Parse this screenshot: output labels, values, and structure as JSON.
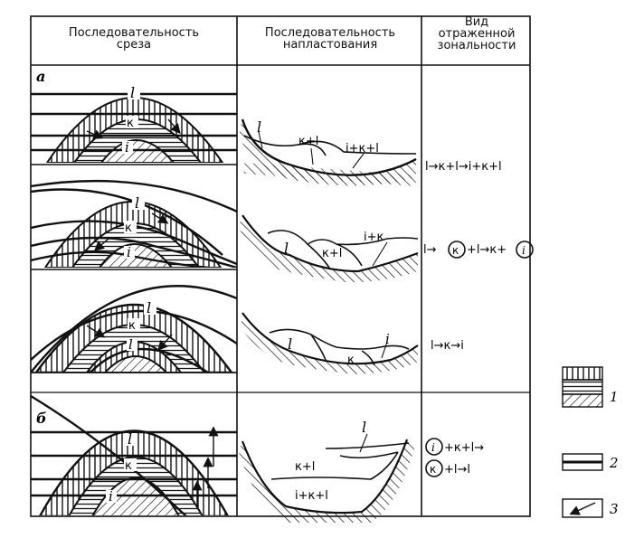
{
  "headers": {
    "col1": [
      "Последовательность",
      "среза"
    ],
    "col2": [
      "Последовательность",
      "напластования"
    ],
    "col3": [
      "Вид",
      "отраженной",
      "зональности"
    ]
  },
  "sections": {
    "a": "а",
    "b": "б"
  },
  "zones": {
    "l": "l",
    "k": "к",
    "i": "i"
  },
  "strata": {
    "row1": [
      "l",
      "к+l",
      "i+к+l"
    ],
    "row2": [
      "l",
      "к+l",
      "i+к"
    ],
    "row3": [
      "l",
      "к",
      "i"
    ],
    "row4": [
      "l",
      "к+l",
      "i+к+l"
    ]
  },
  "zonality": {
    "row1": "l→к+l→i+к+l",
    "row2": {
      "pre": "l→",
      "c1": "к",
      "mid": "+l→к+",
      "c2": "i"
    },
    "row3": "l→к→i",
    "row4a": {
      "c": "i",
      "post": "+к+l→"
    },
    "row4b": {
      "c": "к",
      "post": "+l→l"
    }
  },
  "legend": {
    "1": "1",
    "2": "2",
    "3": "3"
  }
}
